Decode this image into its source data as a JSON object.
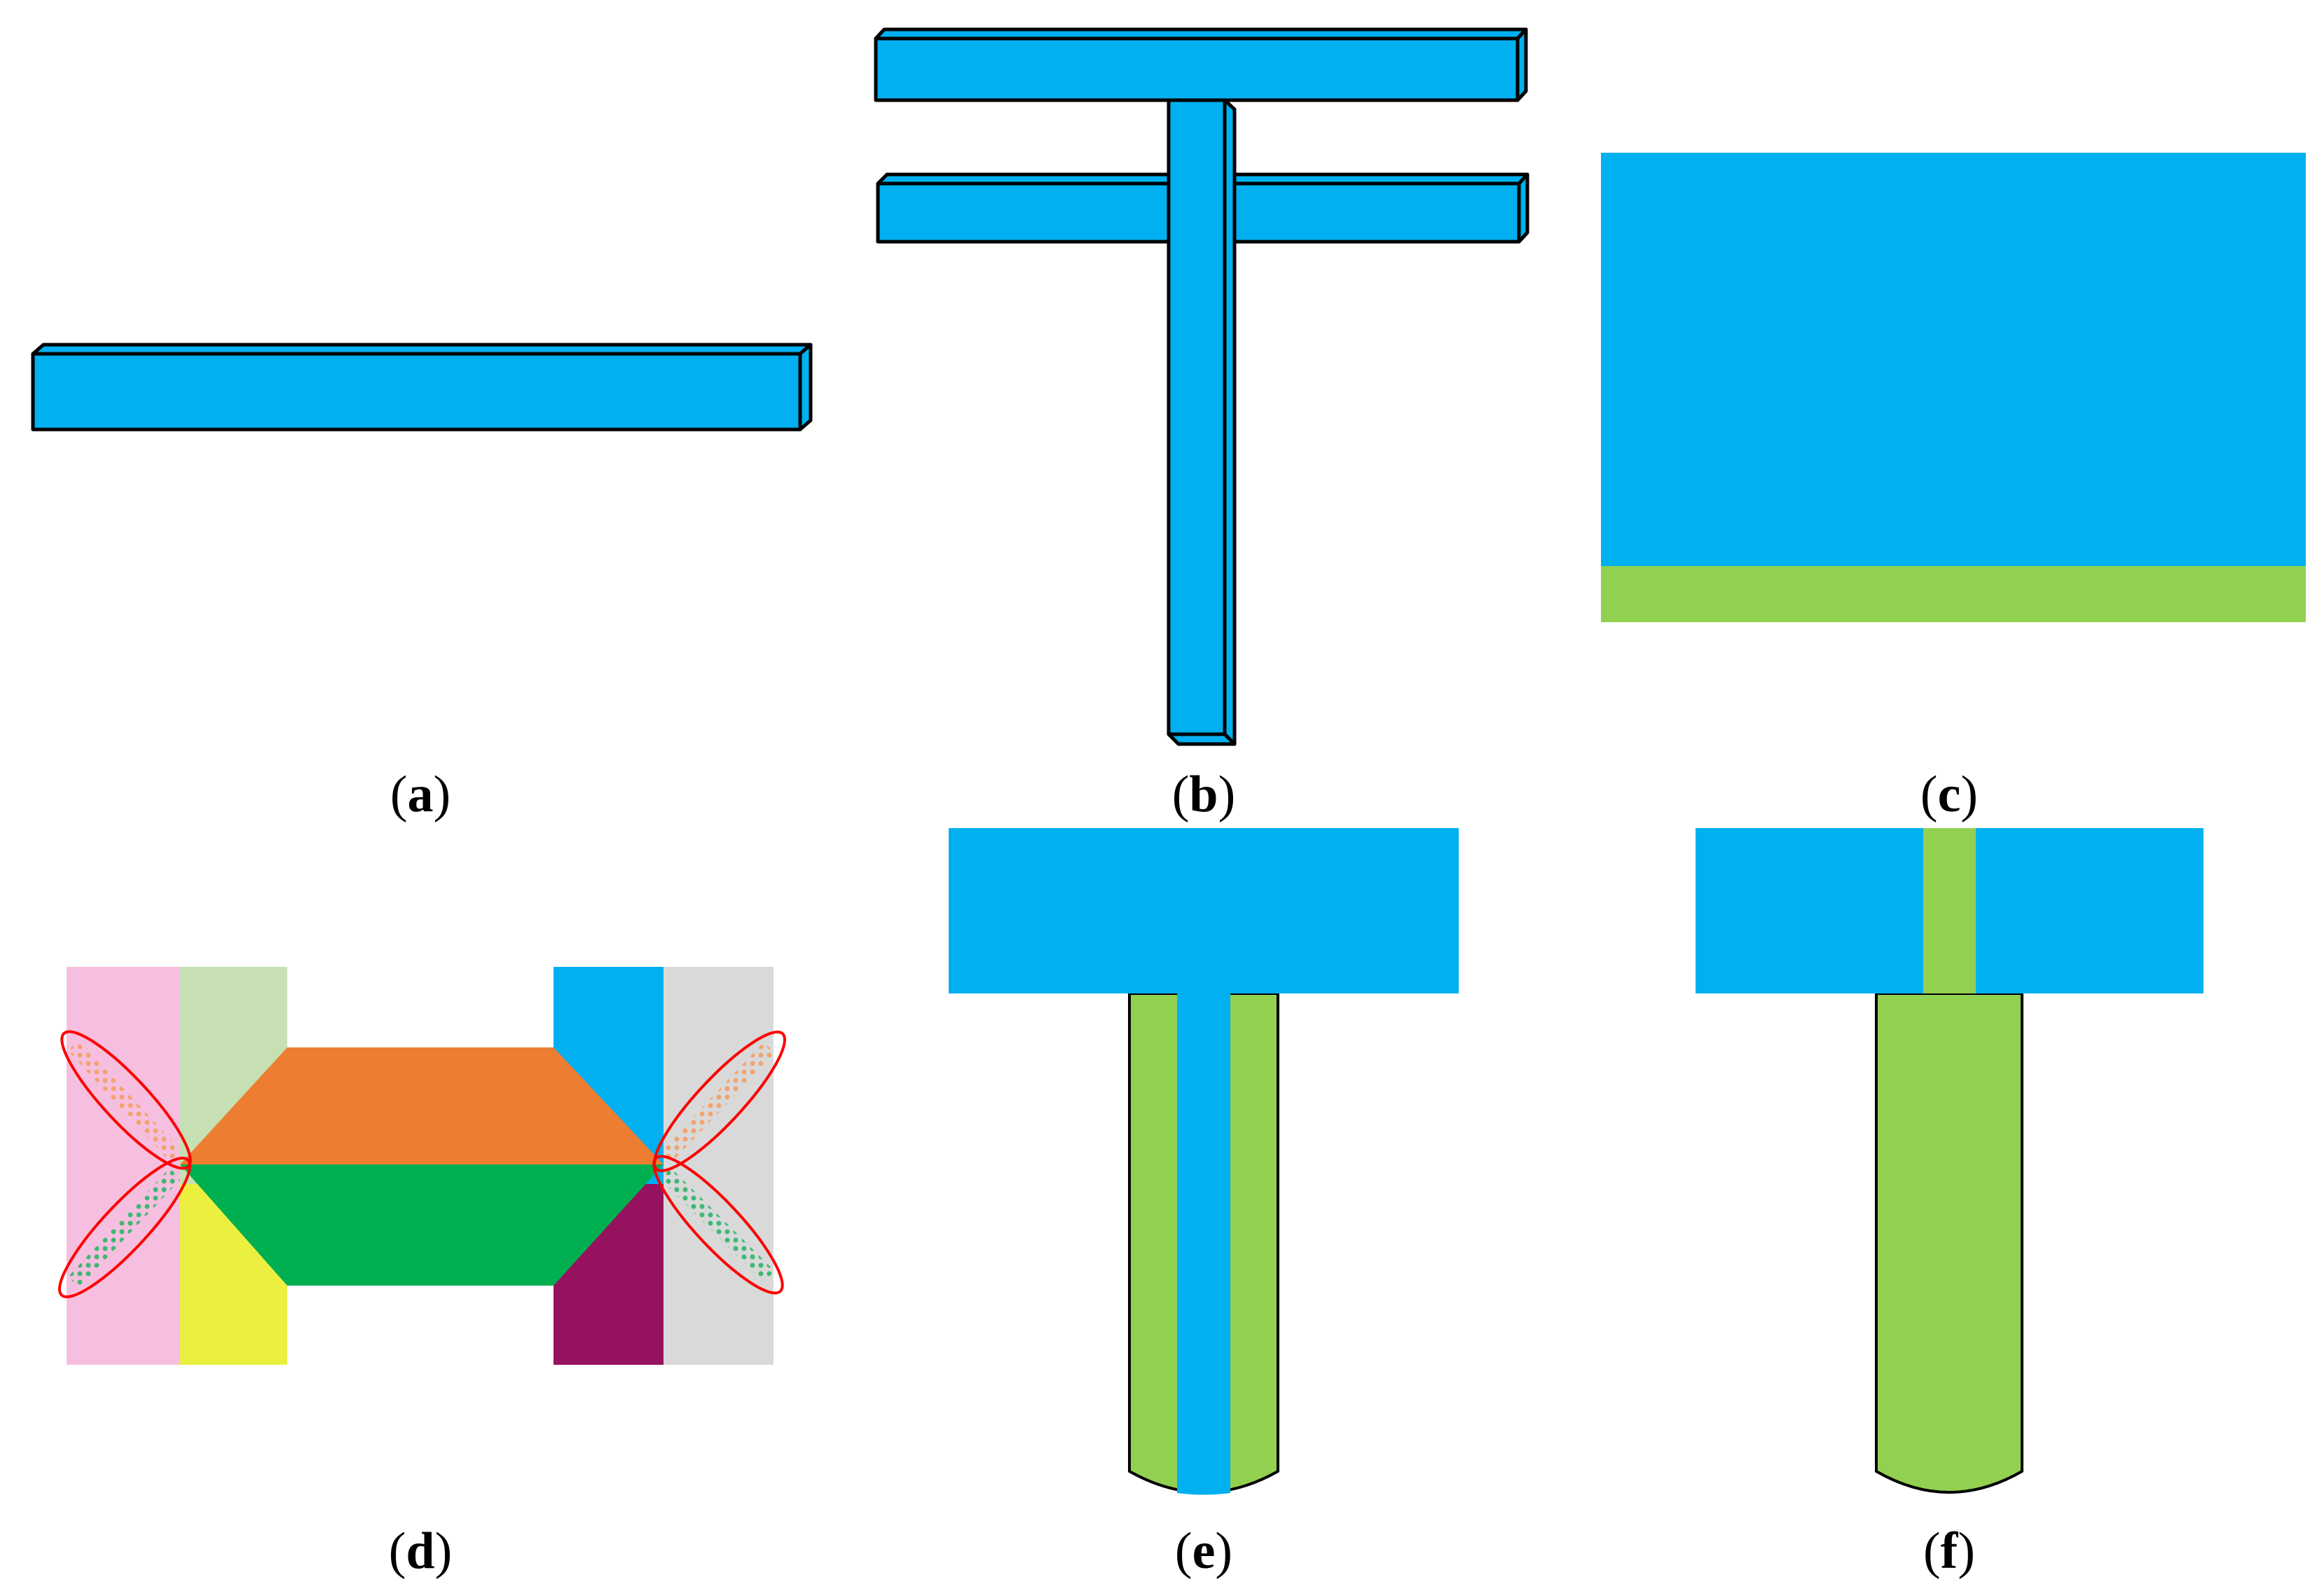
{
  "figure": {
    "panels": [
      {
        "id": "a",
        "label_open": "(",
        "label_letter": "a",
        "label_close": ")"
      },
      {
        "id": "b",
        "label_open": "(",
        "label_letter": "b",
        "label_close": ")"
      },
      {
        "id": "c",
        "label_open": "(",
        "label_letter": "c",
        "label_close": ")"
      },
      {
        "id": "d",
        "label_open": "(",
        "label_letter": "d",
        "label_close": ")"
      },
      {
        "id": "e",
        "label_open": "(",
        "label_letter": "e",
        "label_close": ")"
      },
      {
        "id": "f",
        "label_open": "(",
        "label_letter": "f",
        "label_close": ")"
      }
    ]
  },
  "colors": {
    "beam_blue": "#00b0f0",
    "outline": "#000000",
    "green_light": "#92d050",
    "pink": "#f7bfdf",
    "pale_green": "#c6e0b4",
    "orange": "#ed7d31",
    "green_dark": "#00b050",
    "yellow": "#ebf040",
    "purple": "#96125e",
    "light_gray": "#d9d9d9",
    "ellipse_red": "#ff0000"
  }
}
